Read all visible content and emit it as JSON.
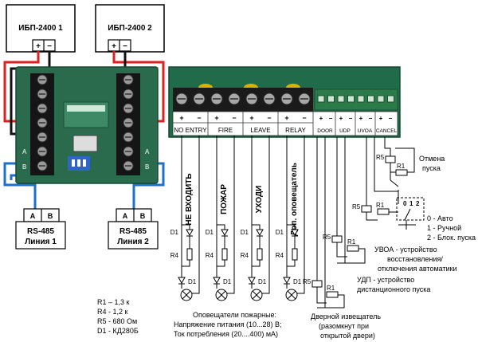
{
  "ups": [
    {
      "name": "ИБП-2400 1",
      "plus": "+",
      "minus": "−"
    },
    {
      "name": "ИБП-2400 2",
      "plus": "+",
      "minus": "−"
    }
  ],
  "rs485": [
    {
      "a": "A",
      "b": "B",
      "title": "RS-485",
      "line": "Линия 1"
    },
    {
      "a": "A",
      "b": "B",
      "title": "RS-485",
      "line": "Линия 2"
    }
  ],
  "left_board_terminal_marks": [
    "A",
    "B",
    "A",
    "B"
  ],
  "outputs": {
    "polarity": [
      "+",
      "−",
      "+",
      "−",
      "+",
      "−",
      "+",
      "−"
    ],
    "labels": [
      "NO ENTRY",
      "FIRE",
      "LEAVE",
      "RELAY"
    ]
  },
  "inputs": {
    "polarity": [
      "+",
      "−"
    ],
    "labels": [
      "DOOR",
      "UDP",
      "UVOA",
      "CANCEL"
    ]
  },
  "notifiers": [
    "НЕ ВХОДИТЬ",
    "ПОЖАР",
    "УХОДИ",
    "Доп. оповещатель"
  ],
  "components": {
    "d1": "D1",
    "r4": "R4",
    "r5": "R5",
    "r1": "R1"
  },
  "switch_positions": [
    "0",
    "1",
    "2"
  ],
  "annotations": {
    "cancel": [
      "Отмена",
      "пуска"
    ],
    "modes": [
      "0 - Авто",
      "1 - Ручной",
      "2 - Блок. пуска"
    ],
    "uvoa": [
      "УВОА - устройство",
      "восстановления/",
      "отключения автоматики"
    ],
    "udp": [
      "УДП - устройство",
      "дистанционного пуска"
    ],
    "door": [
      "Дверной извещатель",
      "(разомкнут при",
      "открытой двери)"
    ]
  },
  "legend": [
    "R1 – 1,3 к",
    "R4 - 1,2 к",
    "R5 - 680 Ом",
    "D1 - КД280Б"
  ],
  "notes": [
    "Оповещатели пожарные:",
    "Напряжение питания (10...28) В;",
    "Ток потребления (20....400) мА)"
  ],
  "colors": {
    "plus_wire": "#e02020",
    "minus_wire": "#1e6fd0",
    "board": "#1f6b4a",
    "terminal": "#111111"
  }
}
